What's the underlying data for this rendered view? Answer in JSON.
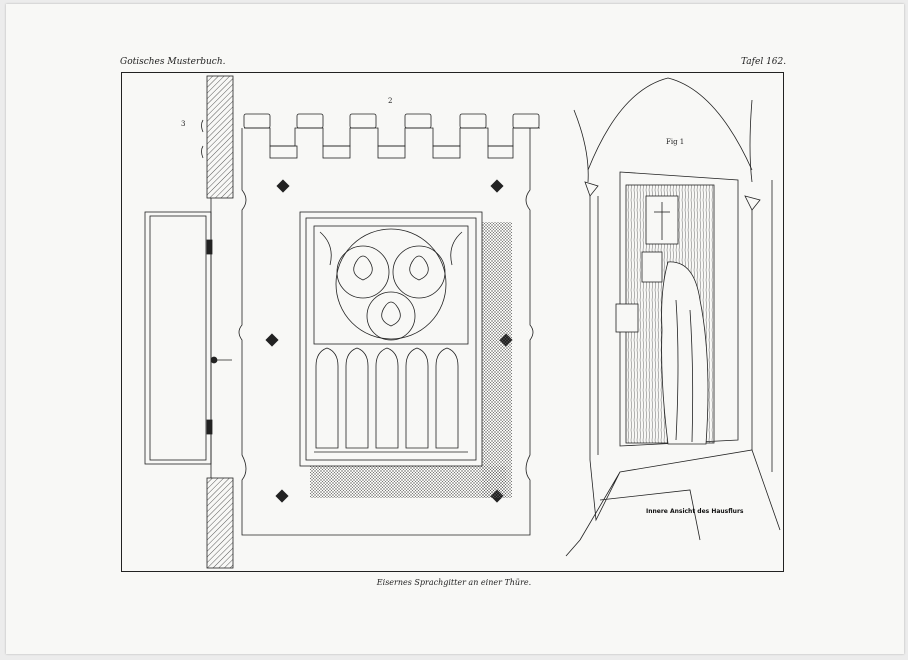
{
  "header": {
    "left_title": "Gotisches Musterbuch.",
    "right_title": "Tafel 162."
  },
  "figure_labels": {
    "fig2": "2",
    "fig3": "3",
    "fig1": "Fig 1"
  },
  "interior_caption": "Innere Ansicht des Hausflurs",
  "plate_caption": "Eisernes Sprachgitter an einer Thüre.",
  "colors": {
    "ink": "#222222",
    "paper": "#f8f8f6"
  }
}
